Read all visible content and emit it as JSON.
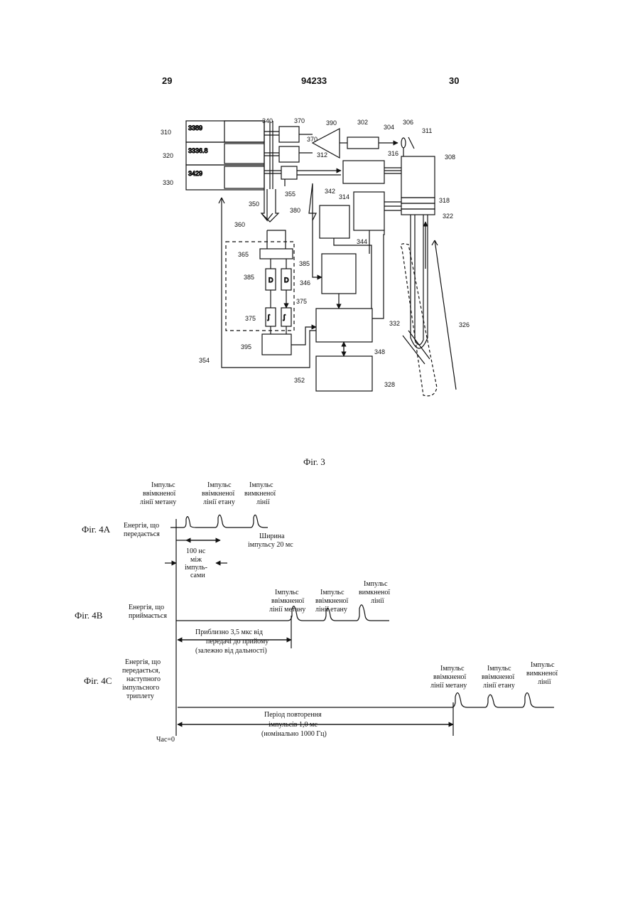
{
  "header": {
    "left": "29",
    "center": "94233",
    "right": "30"
  },
  "fig3": {
    "caption": "Фіг. 3",
    "box_labels": [
      "3389",
      "3336.8",
      "3429"
    ],
    "refs": {
      "r310": "310",
      "r320": "320",
      "r330": "330",
      "r340": "340",
      "r370a": "370",
      "r370b": "370",
      "r390": "390",
      "r302": "302",
      "r304": "304",
      "r306": "306",
      "r311": "311",
      "r308": "308",
      "r312": "312",
      "r316": "316",
      "r355": "355",
      "r342": "342",
      "r314": "314",
      "r318": "318",
      "r322": "322",
      "r350": "350",
      "r380": "380",
      "r344": "344",
      "r360": "360",
      "r365": "365",
      "r385a": "385",
      "r385b": "385",
      "r346": "346",
      "r375a": "375",
      "r375b": "375",
      "r332": "332",
      "r326": "326",
      "r395": "395",
      "r348": "348",
      "r354": "354",
      "r328": "328",
      "r352": "352"
    },
    "d_label": "D"
  },
  "fig4": {
    "a": {
      "label": "Фіг. 4A",
      "ylabel": [
        "Енергія, що",
        "передається"
      ],
      "pulses": [
        [
          "Імпульс",
          "ввімкненої",
          "лінії метану"
        ],
        [
          "Імпульс",
          "ввімкненої",
          "лінії етану"
        ],
        [
          "Імпульс",
          "вимкненої",
          "лінії"
        ]
      ],
      "width_note": [
        "Ширина",
        "імпульсу 20 мс"
      ],
      "gap_note": [
        "100 нс",
        "між",
        "імпуль-",
        "сами"
      ]
    },
    "b": {
      "label": "Фіг. 4B",
      "ylabel": [
        "Енергія, що",
        "приймається"
      ],
      "pulses": [
        [
          "Імпульс",
          "ввімкненої",
          "лінії метану"
        ],
        [
          "Імпульс",
          "ввімкненої",
          "лінії етану"
        ],
        [
          "Імпульс",
          "вимкненої",
          "лінії"
        ]
      ],
      "delay_note": [
        "Приблизно 3,5 мкс від",
        "передачі до прийому",
        "(залежно від дальності)"
      ]
    },
    "c": {
      "label": "Фіг. 4C",
      "ylabel": [
        "Енергія, що",
        "передається,",
        "наступного",
        "імпульсного",
        "триплету"
      ],
      "pulses": [
        [
          "Імпульс",
          "ввімкненої",
          "лінії метану"
        ],
        [
          "Імпульс",
          "ввімкненої",
          "лінії етану"
        ],
        [
          "Імпульс",
          "вимкненої",
          "лінії"
        ]
      ],
      "period_note": [
        "Період повторення",
        "імпульсів 1,0 мс",
        "(номінально 1000 Гц)"
      ]
    },
    "time_zero": "Час=0"
  }
}
